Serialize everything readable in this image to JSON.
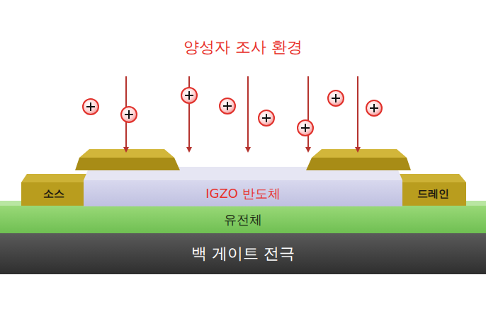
{
  "diagram": {
    "title": "양성자 조사 환경",
    "nodes": [
      {
        "text": [
          "소스"
        ]
      },
      {
        "text": [
          "IGZO 반도체"
        ]
      },
      {
        "text": [
          "드레인"
        ]
      },
      {
        "text": [
          "유전체"
        ]
      },
      {
        "text": [
          "백 게이트 전극"
        ]
      }
    ]
  }
}
